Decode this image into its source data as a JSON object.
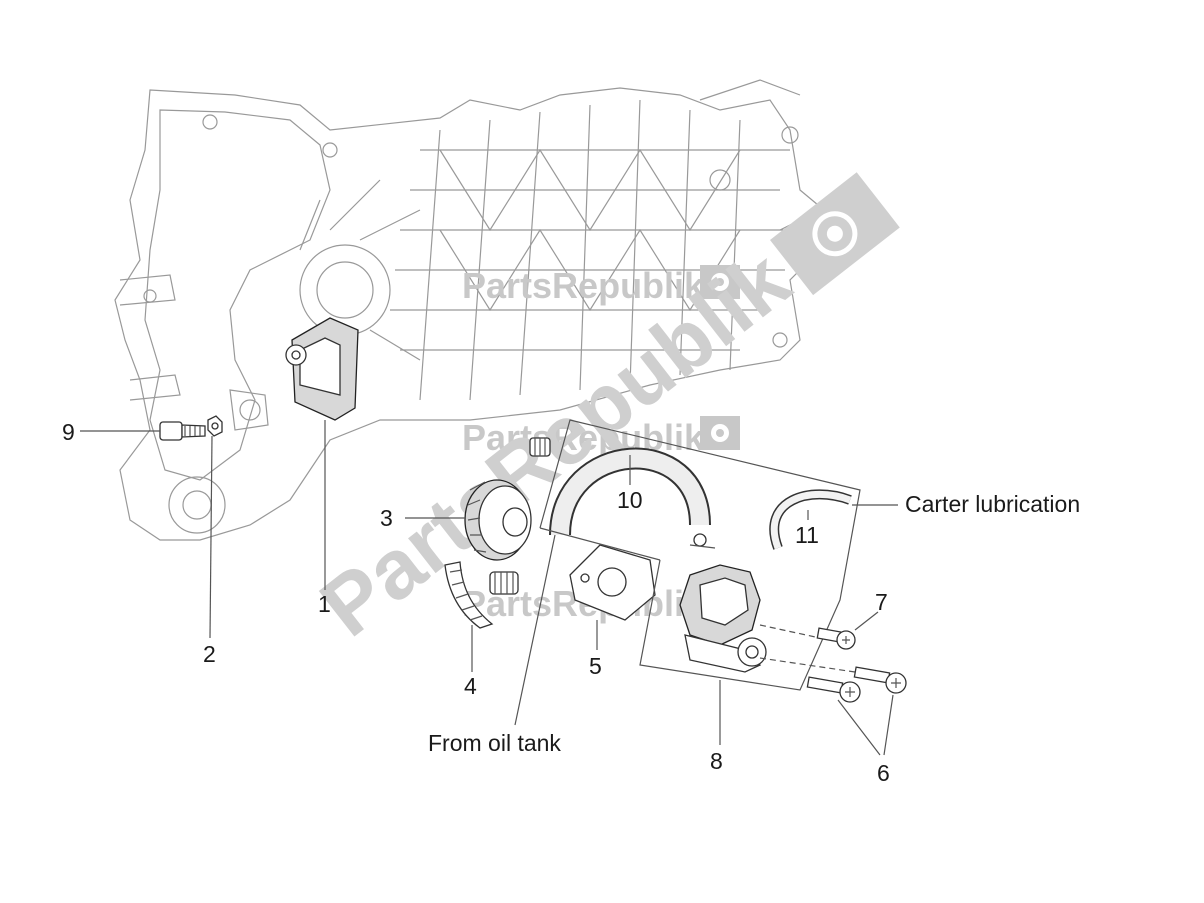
{
  "watermark": {
    "brand": "PartsRepublik",
    "icon": "gear-icon"
  },
  "callouts": {
    "c1": "1",
    "c2": "2",
    "c3": "3",
    "c4": "4",
    "c5": "5",
    "c6": "6",
    "c7": "7",
    "c8": "8",
    "c9": "9",
    "c10": "10",
    "c11": "11"
  },
  "notes": {
    "carter_lubrication": "Carter lubrication",
    "from_oil_tank": "From oil tank"
  },
  "colors": {
    "watermark": "#c8c8c8",
    "linework": "#333333",
    "background": "#ffffff"
  }
}
